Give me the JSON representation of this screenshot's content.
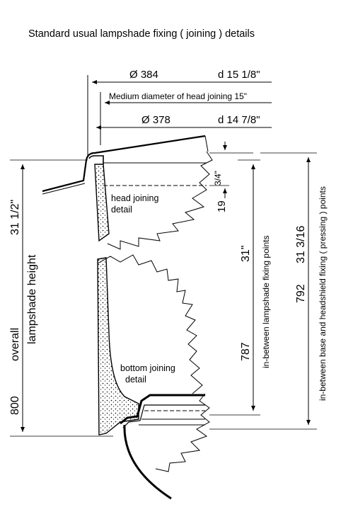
{
  "title": "Standard  usual  lampshade  fixing  ( joining ) details",
  "dims": {
    "top_diameter": "Ø 384",
    "top_inches": "d 15 1/8\"",
    "medium_diameter": "Medium  diameter of head joining  15\"",
    "lower_diameter": "Ø  378",
    "lower_inches": "d 14 7/8\"",
    "three_quarter": "3/4\"",
    "nineteen": "19",
    "lampshade_height_in": "31 1/2\"",
    "overall": "overall",
    "lampshade_height": "lampshade  height",
    "height_800": "800",
    "fixing_31": "31\"",
    "fixing_787": "787",
    "fixing_points_label": "in-between  lampshade  fixing  points",
    "base_313": "31 3/16",
    "base_792": "792",
    "base_label": "in-between  base  and  headshield  fixing ( pressing )  points"
  },
  "labels": {
    "head_line1": "head joining",
    "head_line2": "detail",
    "bottom_line1": "bottom joining",
    "bottom_line2": "detail"
  },
  "colors": {
    "ink": "#000000",
    "paper": "#ffffff"
  }
}
